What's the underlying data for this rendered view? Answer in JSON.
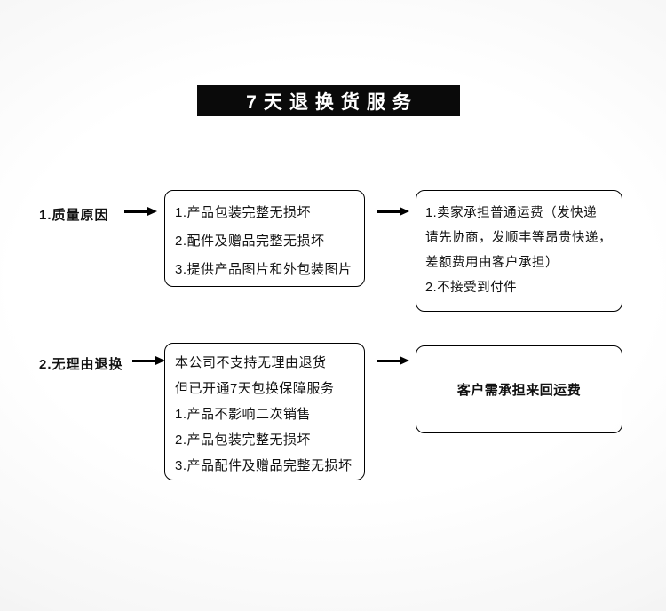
{
  "banner": {
    "title": "7天退换货服务"
  },
  "colors": {
    "banner_bg": "#0a0a0a",
    "banner_text": "#ffffff",
    "box_border": "#000000",
    "text": "#111111",
    "page_bg_center": "#ffffff",
    "page_bg_edge": "#e7e7e7"
  },
  "rows": [
    {
      "label": "1.质量原因",
      "middle_box": {
        "lines": [
          "1.产品包装完整无损坏",
          "2.配件及赠品完整无损坏",
          "3.提供产品图片和外包装图片"
        ]
      },
      "right_box": {
        "lines": [
          "1.卖家承担普通运费（发快递",
          "请先协商，发顺丰等昂贵快递，",
          "差额费用由客户承担）",
          "2.不接受到付件"
        ]
      }
    },
    {
      "label": "2.无理由退换",
      "middle_box": {
        "lines": [
          "本公司不支持无理由退货",
          "但已开通7天包换保障服务",
          "1.产品不影响二次销售",
          "2.产品包装完整无损坏",
          "3.产品配件及赠品完整无损坏"
        ]
      },
      "right_box": {
        "lines": [
          "客户需承担来回运费"
        ]
      }
    }
  ]
}
